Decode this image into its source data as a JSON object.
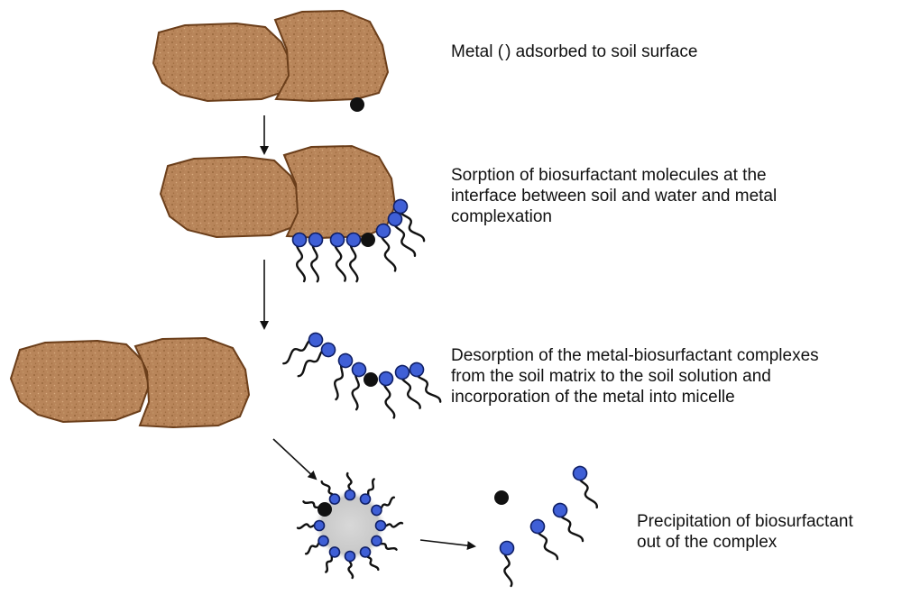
{
  "steps": [
    {
      "id": "adsorbed",
      "lines": [
        "Metal (",
        ") adsorbed to soil surface"
      ]
    },
    {
      "id": "sorption",
      "lines": [
        "Sorption of biosurfactant molecules at the",
        "interface between soil and water and metal",
        "complexation"
      ]
    },
    {
      "id": "desorption",
      "lines": [
        "Desorption of the metal-biosurfactant complexes",
        "from the soil matrix to the soil solution and",
        "incorporation of the metal into micelle"
      ]
    },
    {
      "id": "precipitation",
      "lines": [
        "Precipitation of biosurfactant",
        "out of the complex"
      ]
    }
  ],
  "colors": {
    "soil_fill": "#b8855a",
    "soil_outline": "#6b3e1a",
    "surfactant_head": "#3f5fd6",
    "surfactant_head_outline": "#0f1f66",
    "metal": "#111111",
    "micelle_halo": "#c8c8c8"
  },
  "legend_icon": "metal-ion-icon"
}
